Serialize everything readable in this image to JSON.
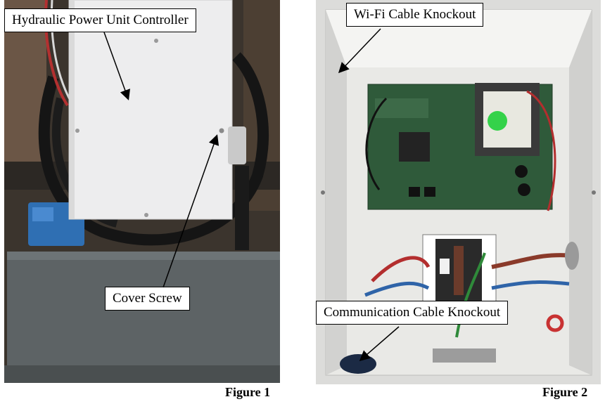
{
  "figure1": {
    "callouts": {
      "controller": "Hydraulic Power Unit Controller",
      "screw": "Cover Screw"
    },
    "caption": "Figure 1"
  },
  "figure2": {
    "callouts": {
      "wifi": "Wi-Fi Cable Knockout",
      "comm": "Communication Cable Knockout"
    },
    "caption": "Figure 2"
  },
  "colors": {
    "callout_bg": "#ffffff",
    "pcb_green": "#2f5a3a",
    "enclosure_white": "#e9e9e6",
    "cover_plate": "#ededee",
    "tank_gray": "#5d6365"
  }
}
